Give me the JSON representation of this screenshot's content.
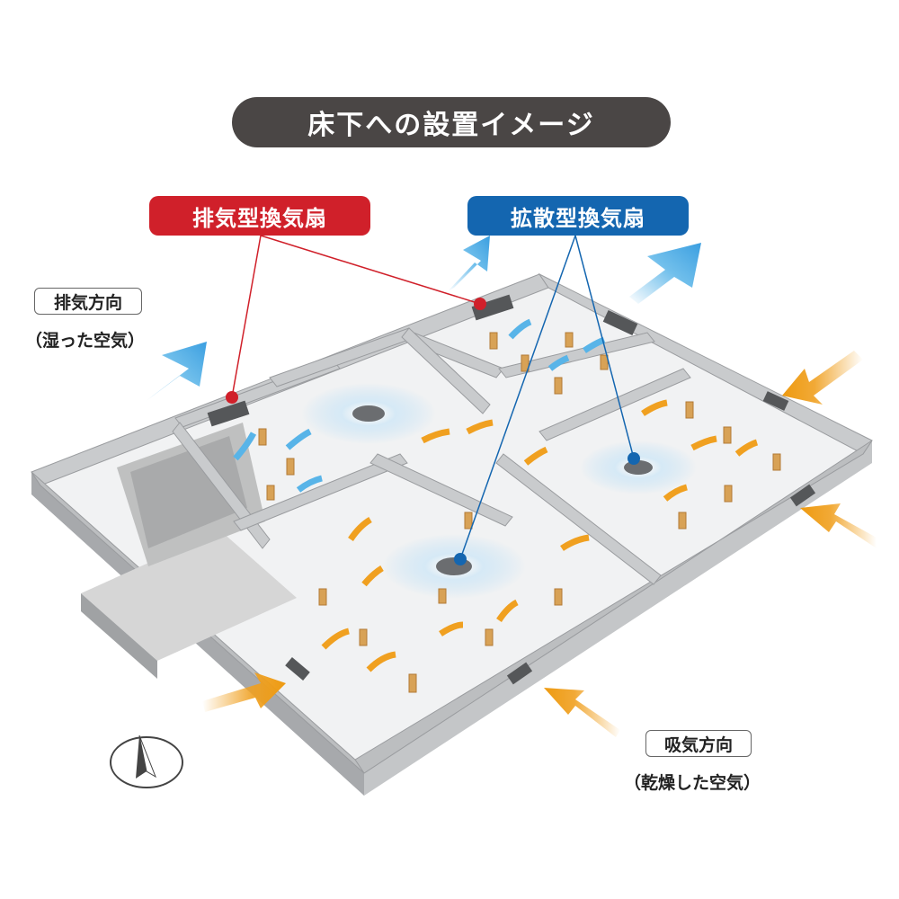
{
  "title": "床下への設置イメージ",
  "labels": {
    "exhaust_fan": "排気型換気扇",
    "diffusion_fan": "拡散型換気扇",
    "exhaust_direction": "排気方向",
    "exhaust_note": "（湿った空気）",
    "intake_direction": "吸気方向",
    "intake_note": "（乾燥した空気）"
  },
  "colors": {
    "title_bg": "#4a4645",
    "exhaust_accent": "#d0202a",
    "diffusion_accent": "#1466b0",
    "moist_air_arrow": "#58b4e8",
    "dry_air_arrow": "#f0a020",
    "concrete": "#b8babd"
  },
  "icons": [
    "compass-icon",
    "exhaust-fan-icon",
    "diffusion-fan-icon",
    "intake-vent-icon",
    "air-arrow-icon"
  ]
}
